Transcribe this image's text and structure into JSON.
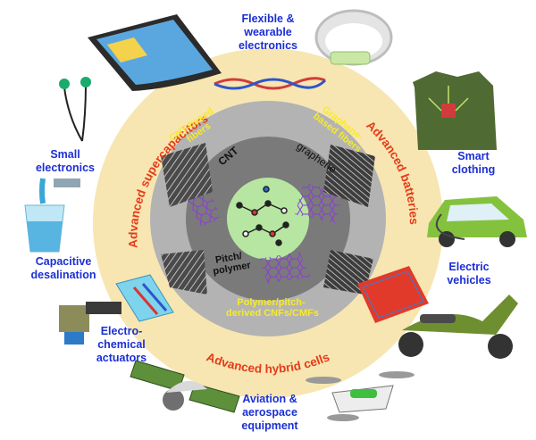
{
  "outer_ring": {
    "labels": {
      "left": "Advanced supercapacitors",
      "right": "Advanced batteries",
      "bottom": "Advanced hybrid cells"
    }
  },
  "inner_ring": {
    "labels": {
      "top_left": "CNT-based\nfibers",
      "top_right": "Graphene-\nbased fibers",
      "bottom": "Polymer/pitch-\nderived CNFs/CMFs"
    }
  },
  "core": {
    "labels": {
      "cnt": "CNT",
      "graphene": "graphene",
      "pitch": "Pitch/\npolymer"
    }
  },
  "applications": {
    "flexible": "Flexible &\nwearable\nelectronics",
    "small": "Small\nelectronics",
    "smart_clothing": "Smart\nclothing",
    "desalination": "Capacitive\ndesalination",
    "electric_vehicles": "Electric\nvehicles",
    "actuators": "Electro-\nchemical\nactuators",
    "aviation": "Aviation &\naerospace\nequipment"
  },
  "colors": {
    "outer_ring": "#f7e6b1",
    "inner_ring": "#b3b3b3",
    "core_dark": "#7a7a7a",
    "core_center": "#b6e6a1",
    "ring_text": "#e53b1a",
    "inner_text": "#f7ea2a",
    "label_text": "#1b2fd6"
  }
}
